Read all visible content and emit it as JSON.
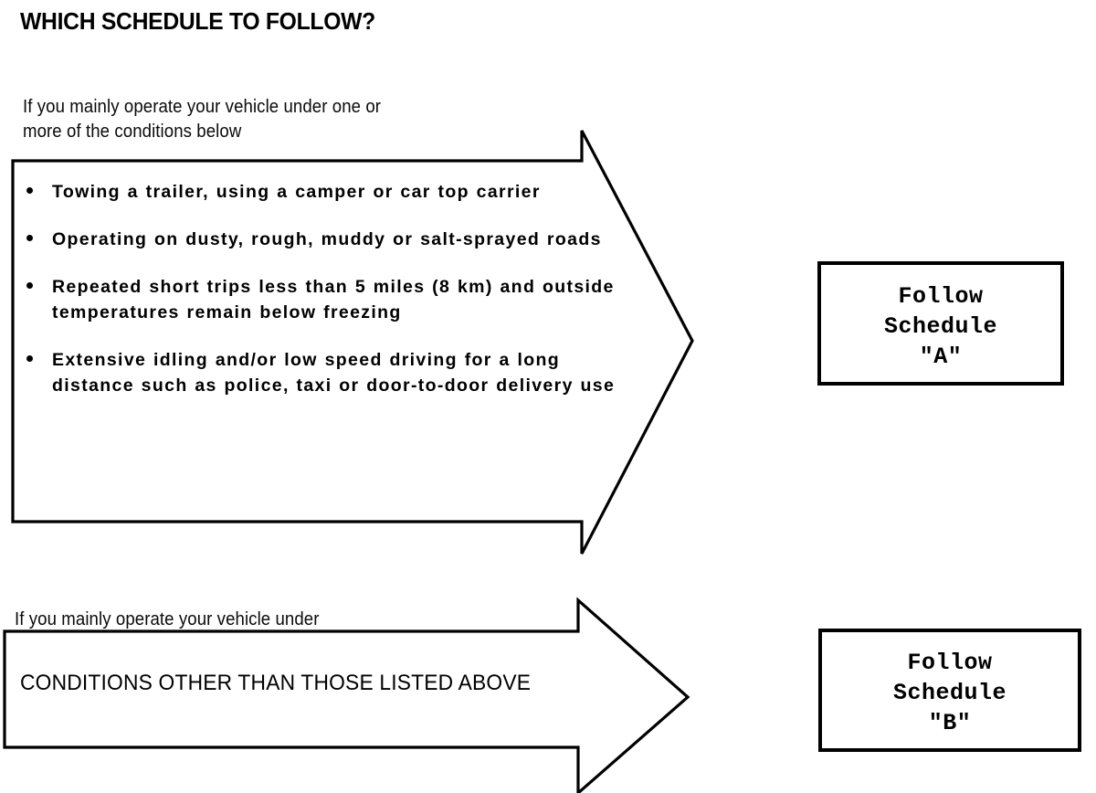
{
  "page": {
    "title": "WHICH SCHEDULE TO FOLLOW?",
    "background_color": "#ffffff",
    "ink_color": "#000000"
  },
  "top_branch": {
    "intro": "If you mainly operate your vehicle under one or\nmore of the conditions below",
    "conditions": [
      "Towing a trailer, using a camper or car top carrier",
      "Operating on dusty, rough, muddy or salt-sprayed roads",
      "Repeated short trips less than 5 miles (8 km) and outside temperatures remain below freezing",
      "Extensive idling and/or low speed driving for a long distance such as police, taxi or door-to-door delivery use"
    ],
    "result": "Follow\nSchedule\n\"A\"",
    "arrow_name": "arrow-to-schedule-a"
  },
  "bottom_branch": {
    "intro": "If you mainly operate your vehicle under",
    "condition": "CONDITIONS OTHER THAN THOSE LISTED ABOVE",
    "result": "Follow\nSchedule\n\"B\"",
    "arrow_name": "arrow-to-schedule-b"
  }
}
